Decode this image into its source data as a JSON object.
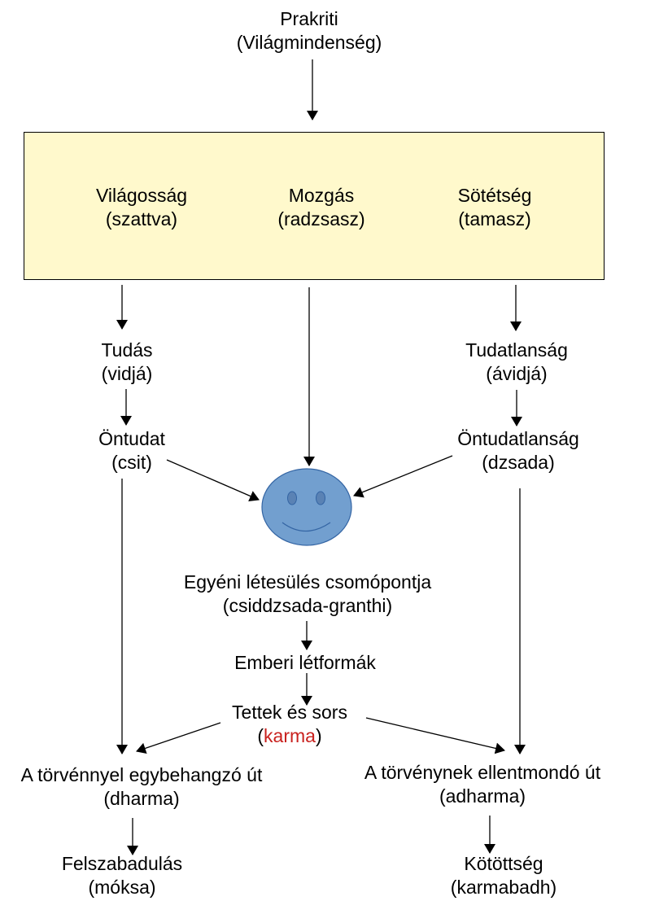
{
  "nodes": {
    "prakriti": {
      "name": "Prakriti",
      "term": "(Világmindenség)"
    },
    "light": {
      "name": "Világosság",
      "term": "(szattva)"
    },
    "motion": {
      "name": "Mozgás",
      "term": "(radzsasz)"
    },
    "darkness": {
      "name": "Sötétség",
      "term": "(tamasz)"
    },
    "knowledge": {
      "name": "Tudás",
      "term": "(vidjá)"
    },
    "ignorance": {
      "name": "Tudatlanság",
      "term": "(ávidjá)"
    },
    "consciousness": {
      "name": "Öntudat",
      "term": "(csit)"
    },
    "unconsciousness": {
      "name": "Öntudatlanság",
      "term": "(dzsada)"
    },
    "knot": {
      "name": "Egyéni létesülés csomópontja",
      "term": "(csiddzsada-granthi)"
    },
    "human_forms": {
      "name": "Emberi létformák"
    },
    "karma": {
      "name": "Tettek és sors",
      "term_open": "(",
      "term": "karma",
      "term_close": ")"
    },
    "dharma": {
      "name": "A törvénnyel egybehangzó út",
      "term": "(dharma)"
    },
    "adharma": {
      "name": "A törvénynek ellentmondó út",
      "term": "(adharma)"
    },
    "moksha": {
      "name": "Felszabadulás",
      "term": "(móksa)"
    },
    "bondage": {
      "name": "Kötöttség",
      "term": "(karmabadh)"
    }
  },
  "colors": {
    "box_fill": "#fff9cc",
    "smiley_fill": "#729fcf",
    "smiley_stroke": "#3465a4",
    "karma_highlight": "#c9211e"
  },
  "edges": [
    {
      "from": "prakriti",
      "to": "gunas"
    },
    {
      "from": "light",
      "to": "knowledge"
    },
    {
      "from": "motion",
      "to": "individual"
    },
    {
      "from": "darkness",
      "to": "ignorance"
    },
    {
      "from": "knowledge",
      "to": "consciousness"
    },
    {
      "from": "ignorance",
      "to": "unconsciousness"
    },
    {
      "from": "consciousness",
      "to": "individual"
    },
    {
      "from": "unconsciousness",
      "to": "individual"
    },
    {
      "from": "consciousness",
      "to": "dharma"
    },
    {
      "from": "unconsciousness",
      "to": "adharma"
    },
    {
      "from": "knot",
      "to": "human_forms"
    },
    {
      "from": "human_forms",
      "to": "karma"
    },
    {
      "from": "karma",
      "to": "dharma"
    },
    {
      "from": "karma",
      "to": "adharma"
    },
    {
      "from": "dharma",
      "to": "moksha"
    },
    {
      "from": "adharma",
      "to": "bondage"
    }
  ]
}
